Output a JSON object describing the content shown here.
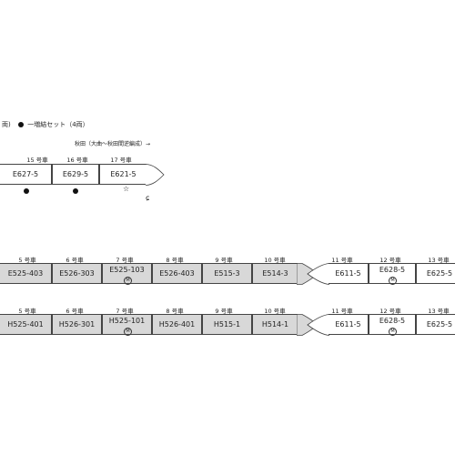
{
  "legend": {
    "prefix": "両)",
    "text": "一増結セット（4両）"
  },
  "route_label": "秋田（大曲～秋田間逆編成）→",
  "top_set": {
    "cars": [
      {
        "num": "15 号車",
        "name": "E627-5",
        "mark": "dot"
      },
      {
        "num": "16 号車",
        "name": "E629-5",
        "mark": "dot"
      },
      {
        "num": "17 号車",
        "name": "E621-5",
        "mark": "star"
      }
    ],
    "coupler_mark": "ɕ"
  },
  "row1": {
    "cars": [
      {
        "num": "5 号車",
        "name": "E525-403"
      },
      {
        "num": "6 号車",
        "name": "E526-303"
      },
      {
        "num": "7 号車",
        "name": "E525-103",
        "mark": "M"
      },
      {
        "num": "8 号車",
        "name": "E526-403"
      },
      {
        "num": "9 号車",
        "name": "E515-3"
      },
      {
        "num": "10 号車",
        "name": "E514-3"
      },
      {
        "num": "11 号車",
        "name": "E611-5"
      },
      {
        "num": "12 号車",
        "name": "E628-5",
        "mark": "M"
      },
      {
        "num": "13 号車",
        "name": "E625-5"
      }
    ]
  },
  "row2": {
    "cars": [
      {
        "num": "5 号車",
        "name": "H525-401"
      },
      {
        "num": "6 号車",
        "name": "H526-301"
      },
      {
        "num": "7 号車",
        "name": "H525-101",
        "mark": "M"
      },
      {
        "num": "8 号車",
        "name": "H526-401"
      },
      {
        "num": "9 号車",
        "name": "H515-1"
      },
      {
        "num": "10 号車",
        "name": "H514-1"
      },
      {
        "num": "11 号車",
        "name": "E611-5"
      },
      {
        "num": "12 号車",
        "name": "E628-5",
        "mark": "M"
      },
      {
        "num": "13 号車",
        "name": "E625-5"
      }
    ]
  },
  "colors": {
    "gray_car": "#d8d8d8",
    "white_car": "#ffffff",
    "outline": "#444444"
  }
}
